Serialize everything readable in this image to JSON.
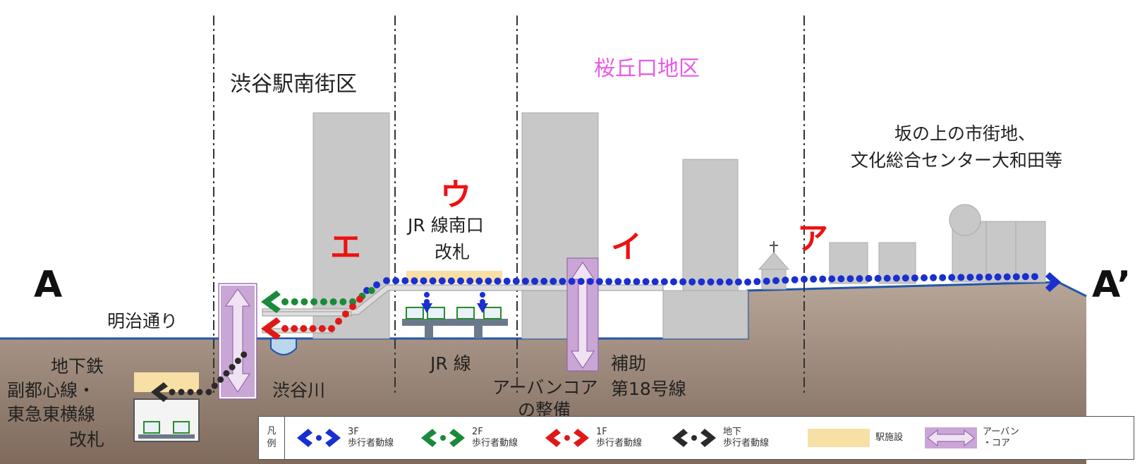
{
  "districts": {
    "shibuya_south": "渋谷駅南街区",
    "sakuragaoka": "桜丘口地区",
    "sakuragaoka_color": "#e85ce8"
  },
  "labels": {
    "hilltop_line1": "坂の上の市街地、",
    "hilltop_line2": "文化総合センター大和田等",
    "point_a": "A",
    "point_a_prime": "A’",
    "meiji_dori": "明治通り",
    "subway_line1": "地下鉄",
    "subway_line2": "副都心線・",
    "subway_line3": "東急東横線",
    "subway_line4": "改札",
    "shibuya_river": "渋谷川",
    "jr_gate_line1": "JR 線南口",
    "jr_gate_line2": "改札",
    "jr_line": "JR 線",
    "urban_core_line1": "アーバンコア",
    "urban_core_line2": "の整備",
    "aux_route_line1": "補助",
    "aux_route_line2": "第18号線"
  },
  "markers": {
    "a": "ア",
    "i": "イ",
    "u": "ウ",
    "e": "エ"
  },
  "legend": {
    "title_1": "凡",
    "title_2": "例",
    "items": [
      {
        "line1": "3F",
        "line2": "歩行者動線",
        "color": "#1a2fd0",
        "icon": "double-arrow-icon"
      },
      {
        "line1": "2F",
        "line2": "歩行者動線",
        "color": "#1a8a3a",
        "icon": "double-arrow-icon"
      },
      {
        "line1": "1F",
        "line2": "歩行者動線",
        "color": "#e01818",
        "icon": "double-arrow-icon"
      },
      {
        "line1": "地下",
        "line2": "歩行者動線",
        "color": "#2a2a2a",
        "icon": "double-arrow-icon"
      },
      {
        "line1": "駅施設",
        "line2": "",
        "color": "#f7dfa5",
        "icon": "swatch-icon"
      },
      {
        "line1": "アーバン",
        "line2": "・コア",
        "color": "#c9a6d6",
        "icon": "outline-double-arrow-icon"
      }
    ]
  },
  "colors": {
    "building": "#c8c8c8",
    "ground": "#9b8677",
    "ground_line": "#2255aa",
    "station_facility": "#f7dfa5",
    "urban_core": "#c9a6d6",
    "marker": "#ee1111"
  }
}
